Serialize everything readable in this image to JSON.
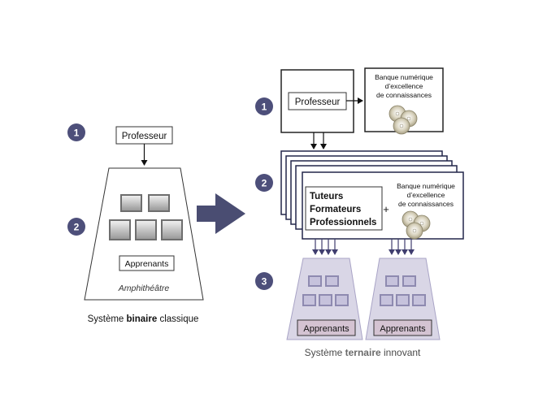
{
  "left": {
    "step1": "1",
    "step2": "2",
    "professor": "Professeur",
    "students": "Apprenants",
    "venue": "Amphithéâtre",
    "caption_pre": "Système ",
    "caption_bold": "binaire",
    "caption_post": " classique"
  },
  "right": {
    "step1": "1",
    "step2": "2",
    "step3": "3",
    "professor": "Professeur",
    "bank_line1": "Banque numérique",
    "bank_line2": "d’excellence",
    "bank_line3": "de connaissances",
    "tutors_line1": "Tuteurs",
    "tutors_line2": "Formateurs",
    "tutors_line3": "Professionnels",
    "plus": "+",
    "bank2_line1": "Banque numérique",
    "bank2_line2": "d’excellence",
    "bank2_line3": "de connaissances",
    "students_a": "Apprenants",
    "students_b": "Apprenants",
    "caption_pre": "Système ",
    "caption_bold": "ternaire",
    "caption_post": " innovant"
  },
  "colors": {
    "badge": "#4d4f7a",
    "arrow": "#4a4d72",
    "purple_fill": "#d9d6e6",
    "purple_edge": "#a9a4c6",
    "label_fill": "#d4c3d2",
    "caption": "#4a4a4a"
  }
}
